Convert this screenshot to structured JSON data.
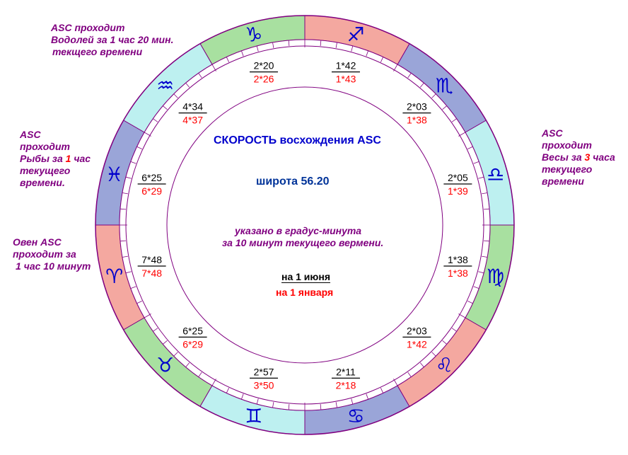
{
  "colors": {
    "ring_stroke": "#800080",
    "fire": "#f4a8a0",
    "air": "#bdf0f0",
    "water": "#9aa5d8",
    "earth": "#a8e0a0",
    "title": "#0000cc",
    "note": "#800080",
    "red": "#ff0000"
  },
  "center": {
    "title": "СКОРОСТЬ восхождения ASC",
    "latitude": "широта 56.20",
    "explain_line1": "указано в градус-минута",
    "explain_line2": "за 10 минут текущего вермени.",
    "june": "на 1 июня",
    "january": "на 1 января"
  },
  "signs": [
    {
      "name": "Aries",
      "symbol": "♈",
      "element": "fire"
    },
    {
      "name": "Taurus",
      "symbol": "♉",
      "element": "earth"
    },
    {
      "name": "Gemini",
      "symbol": "♊",
      "element": "air"
    },
    {
      "name": "Cancer",
      "symbol": "♋",
      "element": "water"
    },
    {
      "name": "Leo",
      "symbol": "♌",
      "element": "fire"
    },
    {
      "name": "Virgo",
      "symbol": "♍",
      "element": "earth"
    },
    {
      "name": "Libra",
      "symbol": "♎",
      "element": "air"
    },
    {
      "name": "Scorpio",
      "symbol": "♏",
      "element": "water"
    },
    {
      "name": "Sagittarius",
      "symbol": "♐",
      "element": "fire"
    },
    {
      "name": "Capricorn",
      "symbol": "♑",
      "element": "earth"
    },
    {
      "name": "Aquarius",
      "symbol": "♒",
      "element": "air"
    },
    {
      "name": "Pisces",
      "symbol": "♓",
      "element": "water"
    }
  ],
  "speeds": [
    {
      "sign": "Aries",
      "june": "7*48",
      "january": "7*48"
    },
    {
      "sign": "Taurus",
      "june": "6*25",
      "january": "6*29"
    },
    {
      "sign": "Gemini",
      "june": "2*57",
      "january": "3*50"
    },
    {
      "sign": "Cancer",
      "june": "2*11",
      "january": "2*18"
    },
    {
      "sign": "Leo",
      "june": "2*03",
      "january": "1*42"
    },
    {
      "sign": "Virgo",
      "june": "1*38",
      "january": "1*38"
    },
    {
      "sign": "Libra",
      "june": "2*05",
      "january": "1*39"
    },
    {
      "sign": "Scorpio",
      "june": "2*03",
      "january": "1*38"
    },
    {
      "sign": "Sagittarius",
      "june": "1*42",
      "january": "1*43"
    },
    {
      "sign": "Capricorn",
      "june": "2*20",
      "january": "2*26"
    },
    {
      "sign": "Aquarius",
      "june": "4*34",
      "january": "4*37"
    },
    {
      "sign": "Pisces",
      "june": "6*25",
      "january": "6*29"
    }
  ],
  "notes": {
    "aquarius": [
      "ASC проходит",
      "Водолей за 1 час 20 мин.",
      "текщего времени"
    ],
    "pisces": {
      "l1": "ASC",
      "l2": "проходит",
      "l3a": "Рыбы за ",
      "l3b": "1",
      "l3c": " час",
      "l4": "текущего",
      "l5": "времени."
    },
    "aries": [
      "Овен ASC",
      "проходит за",
      "1 час 10 минут"
    ],
    "libra": {
      "l1": "ASC",
      "l2": "проходит",
      "l3a": "Весы за ",
      "l3b": "3",
      "l3c": " часа",
      "l4": "текущего",
      "l5": "времени"
    }
  }
}
